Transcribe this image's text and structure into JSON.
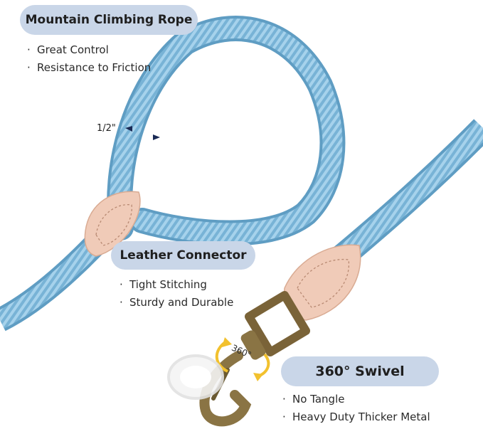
{
  "colors": {
    "rope": "#7cb6d9",
    "rope_highlight": "#bfe0f2",
    "leather": "#f0cbb8",
    "metal": "#8a7444",
    "label_bg": "#c9d6e8",
    "swivel_arrow": "#f2c12e"
  },
  "sections": [
    {
      "title": "Mountain Climbing Rope",
      "bullets": [
        "Great Control",
        "Resistance to Friction"
      ]
    },
    {
      "title": "Leather Connector",
      "bullets": [
        "Tight Stitching",
        "Sturdy and Durable"
      ]
    },
    {
      "title": "360° Swivel",
      "bullets": [
        "No Tangle",
        "Heavy Duty Thicker Metal"
      ]
    }
  ],
  "dimension_label": "1/2\"",
  "swivel_mark": "360°",
  "bullet_glyph": "·",
  "icons": [
    "swivel-rotation-arrow-icon",
    "dimension-arrow-icon"
  ]
}
